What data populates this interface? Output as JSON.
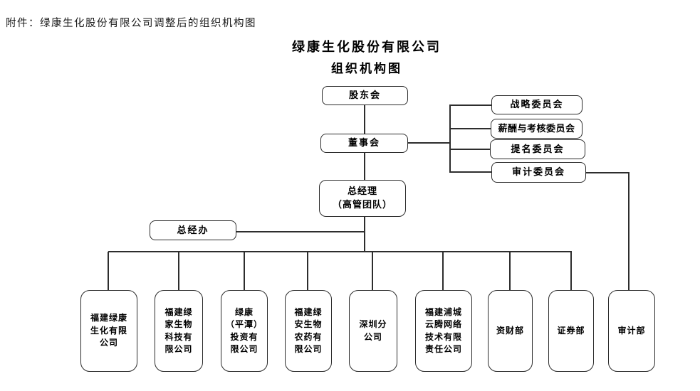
{
  "page": {
    "attachment_note": "附件：绿康生化股份有限公司调整后的组织机构图",
    "title_line1": "绿康生化股份有限公司",
    "title_line2": "组织机构图"
  },
  "colors": {
    "background": "#ffffff",
    "line": "#2d2d2d",
    "text": "#000000"
  },
  "org": {
    "shareholders": "股东会",
    "board": "董事会",
    "committees": [
      "战略委员会",
      "薪酬与考核委员会",
      "提名委员会",
      "审计委员会"
    ],
    "general_manager": "总经理\n（高管团队）",
    "gm_office": "总经办",
    "departments": [
      "福建绿康\n生化有限\n公司",
      "福建绿\n家生物\n科技有\n限公司",
      "绿康\n（平潭）\n投资有\n限公司",
      "福建绿\n安生物\n农药有\n限公司",
      "深圳分\n公司",
      "福建浦城\n云腾网络\n技术有限\n责任公司",
      "资财部",
      "证券部",
      "审计部"
    ]
  }
}
